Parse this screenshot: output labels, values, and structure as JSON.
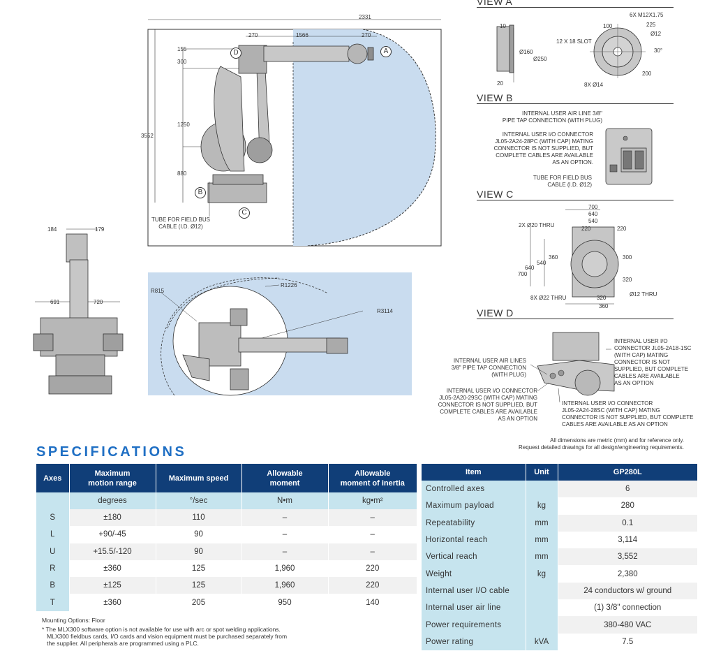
{
  "side_view": {
    "dims": {
      "d2331": "2331",
      "d270a": "270",
      "d1566": "1566",
      "d270b": "270",
      "d155": "155",
      "d300": "300",
      "d1250": "1250",
      "d880": "880",
      "d3552": "3552"
    },
    "markers": {
      "a": "A",
      "b": "B",
      "c": "C",
      "d": "D"
    },
    "tube_label": "TUBE FOR FIELD BUS\nCABLE (I.D. Ø12)"
  },
  "front_view": {
    "dims": {
      "d184": "184",
      "d179": "179",
      "d691": "691",
      "d720": "720"
    }
  },
  "top_view": {
    "dims": {
      "r815": "R815",
      "r1226": "R1226",
      "r3114": "R3114"
    }
  },
  "view_a": {
    "title": "VIEW A",
    "dims": {
      "d10": "10",
      "d20": "20",
      "d160": "Ø160",
      "d250": "Ø250",
      "d100": "100",
      "m12": "6X M12X1.75",
      "d225": "225",
      "d12": "Ø12",
      "d30": "30°",
      "d200": "200",
      "slot": "12 X 18 SLOT",
      "d14": "8X Ø14"
    }
  },
  "view_b": {
    "title": "VIEW B",
    "air_line": "INTERNAL USER AIR LINE     3/8\"\nPIPE TAP CONNECTION (WITH PLUG)",
    "io_connector": "INTERNAL USER I/O CONNECTOR\nJL05-2A24-28PC (WITH CAP) MATING\nCONNECTOR IS NOT SUPPLIED, BUT\nCOMPLETE CABLES ARE AVAILABLE\nAS AN OPTION.",
    "tube": "TUBE FOR FIELD BUS\nCABLE (I.D. Ø12)"
  },
  "view_c": {
    "title": "VIEW C",
    "dims": {
      "d700a": "700",
      "d640a": "640",
      "d540a": "540",
      "d220a": "220",
      "d220b": "220",
      "thru20": "2X Ø20 THRU",
      "d360": "360",
      "d540b": "540",
      "d640b": "640",
      "d700b": "700",
      "d300": "300",
      "d320a": "320",
      "thru22": "8X Ø22 THRU",
      "d320b": "320",
      "d360b": "360",
      "thru12": "Ø12 THRU"
    }
  },
  "view_d": {
    "title": "VIEW D",
    "air_lines": "INTERNAL USER AIR LINES\n3/8\" PIPE TAP CONNECTION\n(WITH PLUG)",
    "io_left": "INTERNAL USER I/O CONNECTOR\nJL05-2A20-29SC (WITH CAP) MATING\nCONNECTOR IS NOT SUPPLIED, BUT\nCOMPLETE CABLES ARE AVAILABLE\nAS AN OPTION",
    "io_right_top": "INTERNAL USER I/O\nCONNECTOR JL05-2A18-1SC\n(WITH CAP) MATING\nCONNECTOR IS NOT\nSUPPLIED, BUT COMPLETE\nCABLES ARE AVAILABLE\nAS AN OPTION",
    "io_right_bottom": "INTERNAL USER I/O CONNECTOR\nJL05-2A24-28SC (WITH CAP) MATING\nCONNECTOR IS NOT SUPPLIED, BUT COMPLETE\nCABLES ARE AVAILABLE AS AN OPTION"
  },
  "dimension_note": "All dimensions are metric (mm) and for reference only.\nRequest detailed drawings for all design/engineering requirements.",
  "specifications": {
    "title": "SPECIFICATIONS",
    "axes_table": {
      "headers": [
        "Axes",
        "Maximum\nmotion range",
        "Maximum speed",
        "Allowable\nmoment",
        "Allowable\nmoment of inertia"
      ],
      "units": [
        "",
        "degrees",
        "°/sec",
        "N•m",
        "kg•m²"
      ],
      "rows": [
        [
          "S",
          "±180",
          "110",
          "–",
          "–"
        ],
        [
          "L",
          "+90/-45",
          "90",
          "–",
          "–"
        ],
        [
          "U",
          "+15.5/-120",
          "90",
          "–",
          "–"
        ],
        [
          "R",
          "±360",
          "125",
          "1,960",
          "220"
        ],
        [
          "B",
          "±125",
          "125",
          "1,960",
          "220"
        ],
        [
          "T",
          "±360",
          "205",
          "950",
          "140"
        ]
      ]
    },
    "item_table": {
      "headers": [
        "Item",
        "Unit",
        "GP280L"
      ],
      "rows": [
        [
          "Controlled axes",
          "",
          "6"
        ],
        [
          "Maximum payload",
          "kg",
          "280"
        ],
        [
          "Repeatability",
          "mm",
          "0.1"
        ],
        [
          "Horizontal reach",
          "mm",
          "3,114"
        ],
        [
          "Vertical reach",
          "mm",
          "3,552"
        ],
        [
          "Weight",
          "kg",
          "2,380"
        ],
        [
          "Internal user I/O cable",
          "",
          "24 conductors w/ ground"
        ],
        [
          "Internal user air line",
          "",
          "(1) 3/8\" connection"
        ],
        [
          "Power requirements",
          "",
          "380-480 VAC"
        ],
        [
          "Power rating",
          "kVA",
          "7.5"
        ]
      ]
    },
    "mounting": "Mounting Options: Floor",
    "footnote": "* The MLX300 software option is not available for use with arc or spot welding applications.\n   MLX300 fieldbus cards, I/O cards and vision equipment must be purchased separately from\n   the supplier. All peripherals are programmed using a PLC."
  }
}
